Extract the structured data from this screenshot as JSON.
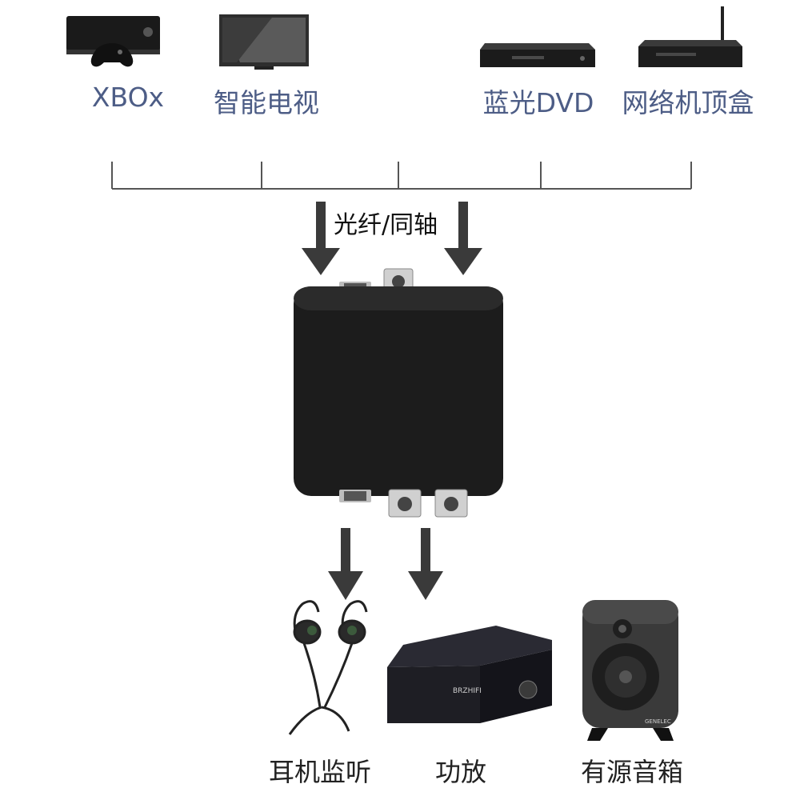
{
  "sources": [
    {
      "label": "XBOx",
      "icon": "xbox-console-icon"
    },
    {
      "label": "智能电视",
      "icon": "smart-tv-icon"
    },
    {
      "label": "蓝光DVD",
      "icon": "bluray-dvd-player-icon"
    },
    {
      "label": "网络机顶盒",
      "icon": "network-set-top-box-icon"
    }
  ],
  "connection_label": "光纤/同轴",
  "converter": {
    "icon": "audio-converter-box-icon",
    "color": "#1c1c1c"
  },
  "outputs": [
    {
      "label": "耳机监听",
      "icon": "earphones-icon"
    },
    {
      "label": "功放",
      "icon": "amplifier-icon"
    },
    {
      "label": "有源音箱",
      "icon": "active-speaker-icon"
    }
  ],
  "amplifier_brand": "BRZHIFI",
  "speaker_brand": "GENELEC",
  "colors": {
    "source_label": "#4d5d86",
    "arrow": "#3a3a3a",
    "bracket": "#555555"
  }
}
